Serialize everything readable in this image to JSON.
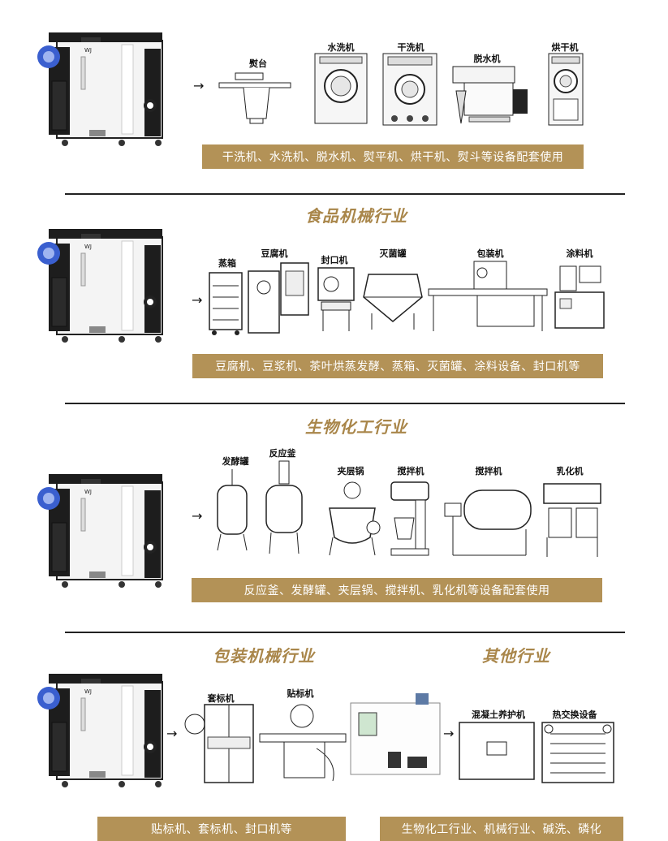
{
  "sections": [
    {
      "heading": "",
      "labels": [
        "熨台",
        "水洗机",
        "干洗机",
        "脱水机",
        "烘干机"
      ],
      "banner": "干洗机、水洗机、脱水机、熨平机、烘干机、熨斗等设备配套使用"
    },
    {
      "heading": "食品机械行业",
      "labels": [
        "蒸箱",
        "豆腐机",
        "封口机",
        "灭菌罐",
        "包装机",
        "涂料机"
      ],
      "banner": "豆腐机、豆浆机、茶叶烘蒸发酵、蒸箱、灭菌罐、涂料设备、封口机等"
    },
    {
      "heading": "生物化工行业",
      "labels": [
        "发酵罐",
        "反应釜",
        "夹层锅",
        "搅拌机",
        "搅拌机",
        "乳化机"
      ],
      "banner": "反应釜、发酵罐、夹层锅、搅拌机、乳化机等设备配套使用"
    },
    {
      "heading_left": "包装机械行业",
      "heading_right": "其他行业",
      "labels": [
        "套标机",
        "贴标机",
        "混凝土养护机",
        "热交换设备"
      ],
      "banner_left": "贴标机、套标机、封口机等",
      "banner_right": "生物化工行业、机械行业、碱洗、磷化"
    }
  ],
  "arrow_glyph": "→",
  "colors": {
    "gold": "#b39257",
    "heading": "#a9864a",
    "boiler_dark": "#1d1d1d",
    "boiler_blue": "#3a5fcf"
  }
}
